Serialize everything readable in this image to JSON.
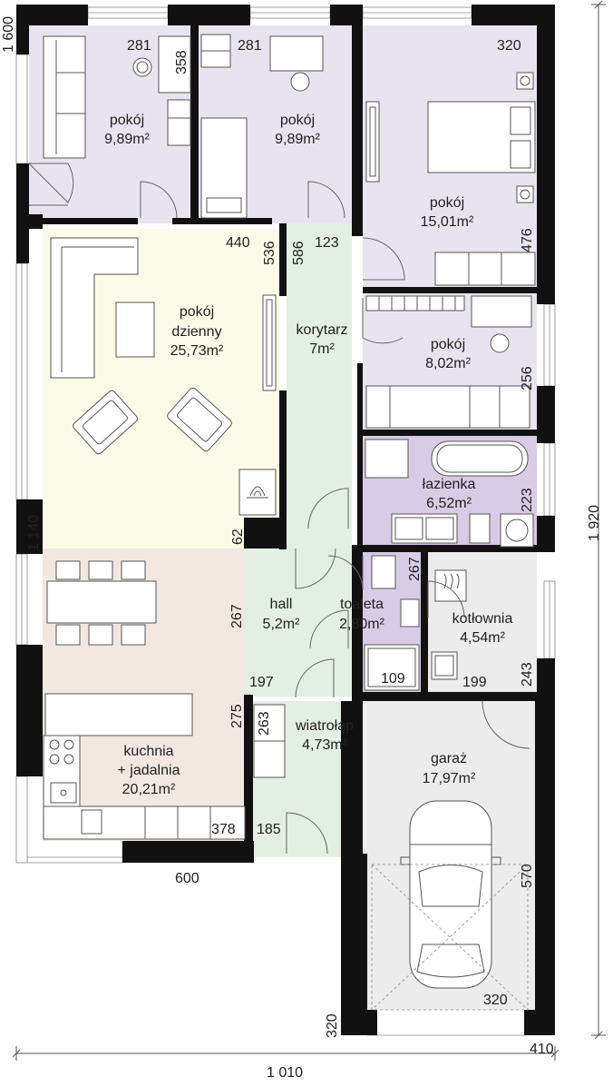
{
  "colors": {
    "bedroom": "#e8e4ef",
    "living": "#fcfbe8",
    "kitchen": "#f2e8e1",
    "circulation": "#e3efe2",
    "bathroom": "#d8cbe5",
    "utility": "#ececec",
    "garage": "#ececec",
    "wall": "#111111"
  },
  "rooms": [
    {
      "name": "pokój",
      "area": "9,89m²"
    },
    {
      "name": "pokój",
      "area": "9,89m²"
    },
    {
      "name": "pokój",
      "area": "15,01m²"
    },
    {
      "name": "pokój",
      "area": "8,02m²"
    },
    {
      "name_line1": "pokój",
      "name_line2": "dzienny",
      "area": "25,73m²"
    },
    {
      "name": "korytarz",
      "area": "7m²"
    },
    {
      "name": "łazienka",
      "area": "6,52m²"
    },
    {
      "name": "hall",
      "area": "5,2m²"
    },
    {
      "name": "toaleta",
      "area": "2,80m²"
    },
    {
      "name": "kotłownia",
      "area": "4,54m²"
    },
    {
      "name": "wiatrołap",
      "area": "4,73m²"
    },
    {
      "name_line1": "kuchnia",
      "name_line2": "+ jadalnia",
      "area": "20,21m²"
    },
    {
      "name": "garaż",
      "area": "17,97m²"
    }
  ],
  "dimensions": {
    "d281a": "281",
    "d358": "358",
    "d281b": "281",
    "d320top": "320",
    "d440": "440",
    "d536": "536",
    "d586": "586",
    "d123": "123",
    "d476": "476",
    "d256": "256",
    "d223": "223",
    "d62": "62",
    "d267hall": "267",
    "d267toilet": "267",
    "d197": "197",
    "d109": "109",
    "d199": "199",
    "d243": "243",
    "d275": "275",
    "d263": "263",
    "d378": "378",
    "d185": "185",
    "d570": "570",
    "d320garage": "320",
    "d320bottom": "320",
    "d600": "600",
    "d410": "410",
    "left_top": "1 600",
    "left_mid": "1 140",
    "right_total": "1 920",
    "bottom_total": "1 010"
  }
}
